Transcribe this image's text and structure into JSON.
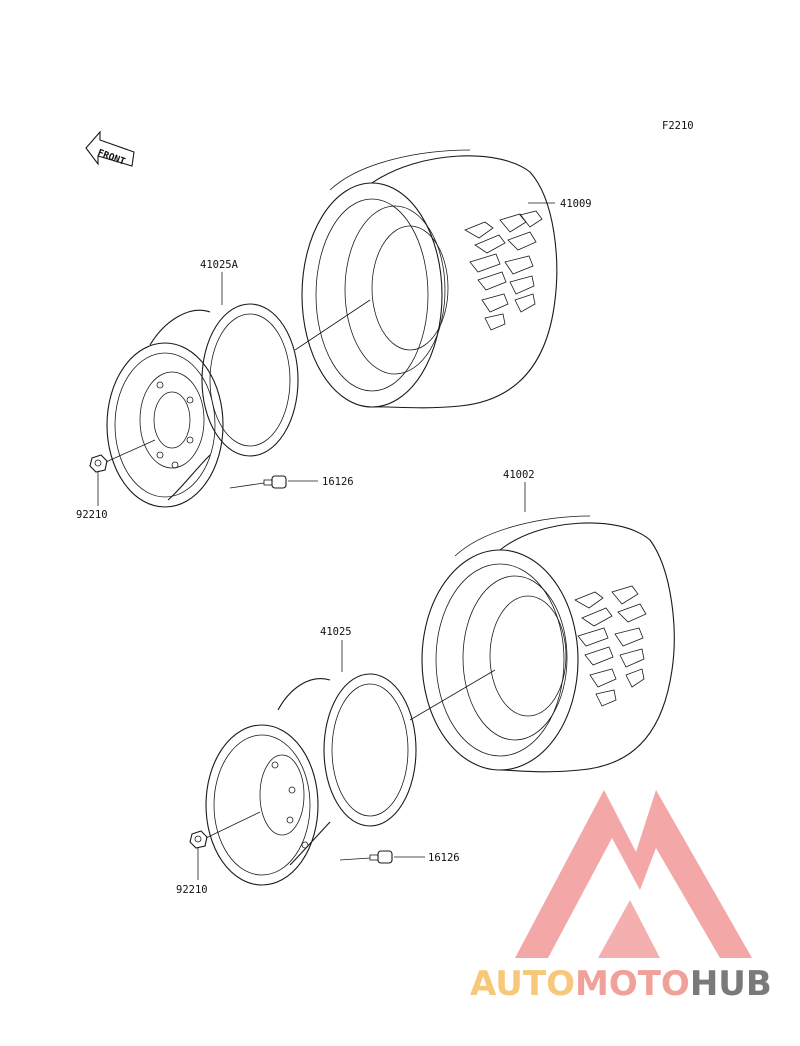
{
  "diagram": {
    "code": "F2210",
    "front_arrow_label": "FRONT",
    "labels": {
      "rear_tire": "41009",
      "rear_wheel": "41025A",
      "rear_valve": "16126",
      "rear_nut": "92210",
      "front_tire": "41002",
      "front_wheel": "41025",
      "front_valve": "16126",
      "front_nut": "92210"
    }
  },
  "watermark": {
    "part1": "AUTO",
    "part2": "MOTO",
    "part3": "HUB",
    "colors": {
      "auto": "#f7c77a",
      "moto": "#f0a19a",
      "hub": "#7a7a7a",
      "logo": "#f08a8a"
    }
  }
}
